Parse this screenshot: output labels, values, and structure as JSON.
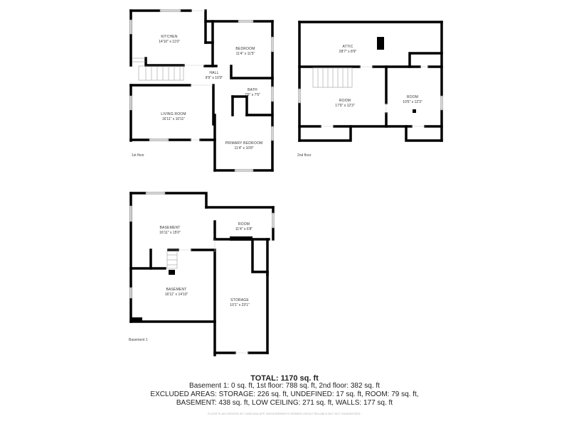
{
  "floors": {
    "first": {
      "label": "1st floor",
      "rooms": [
        {
          "name": "KITCHEN",
          "dims": "14'10\" x 11'0\""
        },
        {
          "name": "BEDROOM",
          "dims": "11'4\" x 11'5\""
        },
        {
          "name": "HALL",
          "dims": "9'9\" x 10'0\""
        },
        {
          "name": "BATH",
          "dims": "7'6\" x 7'5\""
        },
        {
          "name": "LIVING ROOM",
          "dims": "16'11\" x 10'11\""
        },
        {
          "name": "PRIMARY BEDROOM",
          "dims": "11'4\" x 10'8\""
        }
      ]
    },
    "second": {
      "label": "2nd floor",
      "rooms": [
        {
          "name": "ATTIC",
          "dims": "28'7\" x 8'9\""
        },
        {
          "name": "ROOM",
          "dims": "17'9\" x 12'3\""
        },
        {
          "name": "ROOM",
          "dims": "10'5\" x 12'3\""
        }
      ]
    },
    "basement": {
      "label": "Basement 1",
      "rooms": [
        {
          "name": "BASEMENT",
          "dims": "16'11\" x 15'0\""
        },
        {
          "name": "ROOM",
          "dims": "11'4\" x 6'8\""
        },
        {
          "name": "BASEMENT",
          "dims": "16'11\" x 14'10\""
        },
        {
          "name": "STORAGE",
          "dims": "10'1\" x 23'1\""
        }
      ]
    }
  },
  "summary": {
    "total": "TOTAL: 1170 sq. ft",
    "line1": "Basement 1: 0 sq. ft, 1st floor: 788 sq. ft, 2nd floor: 382 sq. ft",
    "line2": "EXCLUDED AREAS: STORAGE: 226 sq. ft, UNDEFINED: 17 sq. ft, ROOM: 79 sq. ft,",
    "line3": "BASEMENT: 438 sq. ft, LOW CEILING: 271 sq. ft, WALLS: 177 sq. ft",
    "credit": "FLOOR PLAN CREATED BY CUBICASA APP. MEASUREMENTS DEEMED HIGHLY RELIABLE BUT NOT GUARANTEED."
  },
  "colors": {
    "wall": "#000000",
    "window": "#cfcfcf",
    "text": "#333333"
  }
}
